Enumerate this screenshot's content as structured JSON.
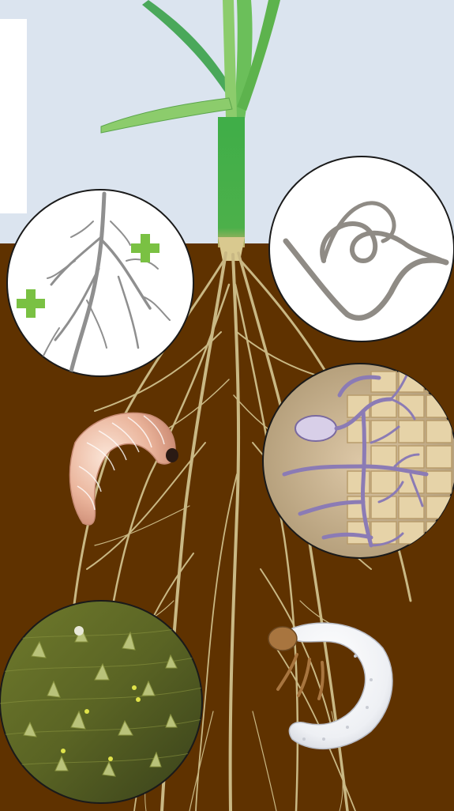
{
  "colors": {
    "sky": "#dbe4ef",
    "soil": "#5f3200",
    "stem_green": "#4cb04a",
    "leaf_green": "#5cb85c",
    "root_tan": "#c9b884",
    "plus_green": "#7ac143",
    "circle_border": "#1a1a1a",
    "white_panel": "#ffffff"
  },
  "elements": {
    "panel": "blank-white-panel",
    "plant": "corn-plant",
    "roots": "root-system",
    "healthy_roots": "healthy-root-circle",
    "nematode": "nematode-circle",
    "fungus": "fungal-hyphae-circle",
    "wireworm_grub": "pink-grub",
    "white_grub": "white-grub",
    "root_lesions": "root-surface-closeup-circle"
  }
}
